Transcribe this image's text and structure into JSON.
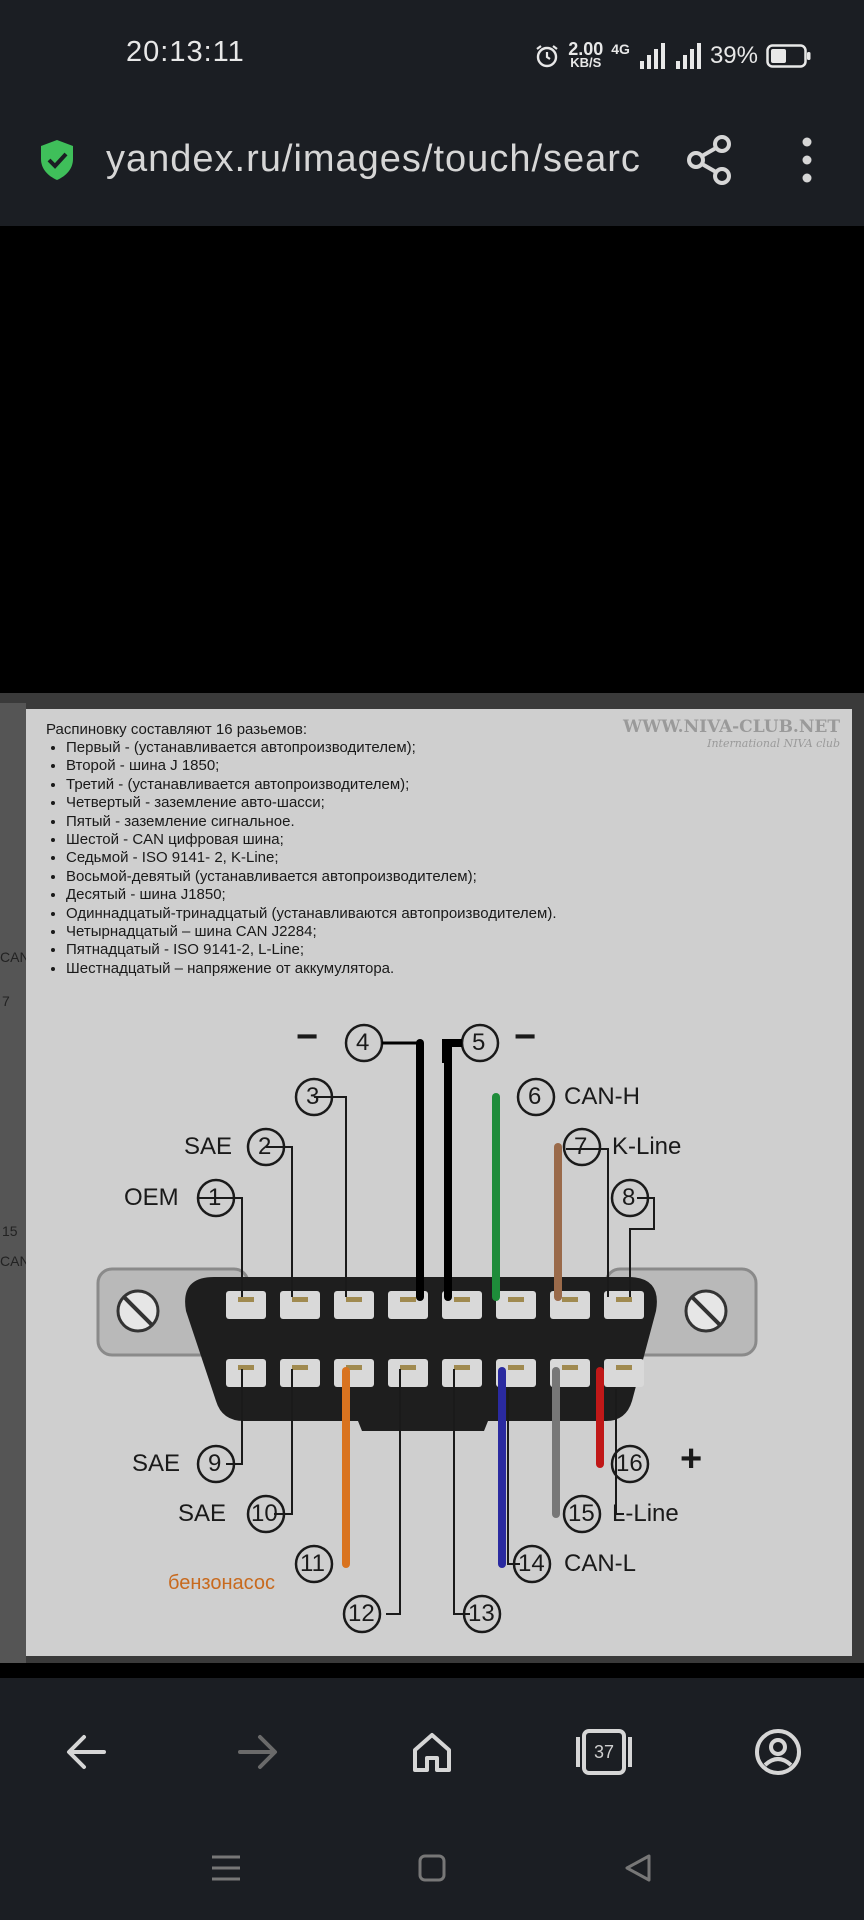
{
  "status": {
    "time": "20:13:11",
    "speed": "2.00",
    "speed_unit": "KB/S",
    "network": "4G",
    "battery": "39%"
  },
  "browser": {
    "url": "yandex.ru/images/touch/searc",
    "tab_count": "37"
  },
  "diagram": {
    "title": "Распиновку составляют 16 разьемов:",
    "pins": [
      "Первый - (устанавливается автопроизводителем);",
      "Второй - шина J 1850;",
      "Третий - (устанавливается автопроизводителем);",
      "Четвертый - заземление авто-шасси;",
      "Пятый - заземление сигнальное.",
      "Шестой - CAN цифровая шина;",
      "Седьмой - ISO 9141- 2, K-Line;",
      "Восьмой-девятый (устанавливается автопроизводителем);",
      "Десятый - шина J1850;",
      "Одиннадцатый-тринадцатый (устанавливаются автопроизводителем).",
      "Четырнадцатый – шина CAN J2284;",
      "Пятнадцатый - ISO 9141-2, L-Line;",
      "Шестнадцатый – напряжение от аккумулятора."
    ],
    "watermark": "WWW.NIVA-CLUB.NET",
    "watermark_sub": "International NIVA club",
    "labels": {
      "oem": "OEM",
      "sae2": "SAE",
      "sae9": "SAE",
      "sae10": "SAE",
      "canh": "CAN-H",
      "kline": "K-Line",
      "lline": "L-Line",
      "canl": "CAN-L",
      "pump": "бензонасос",
      "minus4": "−",
      "minus5": "−",
      "plus": "+"
    },
    "pin_numbers": [
      "1",
      "2",
      "3",
      "4",
      "5",
      "6",
      "7",
      "8",
      "9",
      "10",
      "11",
      "12",
      "13",
      "14",
      "15",
      "16"
    ],
    "wire_colors": {
      "pin4": "#000000",
      "pin5": "#000000",
      "pin6": "#1e8c3a",
      "pin7": "#9a6a4a",
      "pin11": "#d9731f",
      "pin14": "#2a2aa0",
      "pin15": "#777777",
      "pin16": "#c01818"
    },
    "left_strip_fragments": [
      "CAN",
      "7",
      "15",
      "CAN"
    ]
  }
}
